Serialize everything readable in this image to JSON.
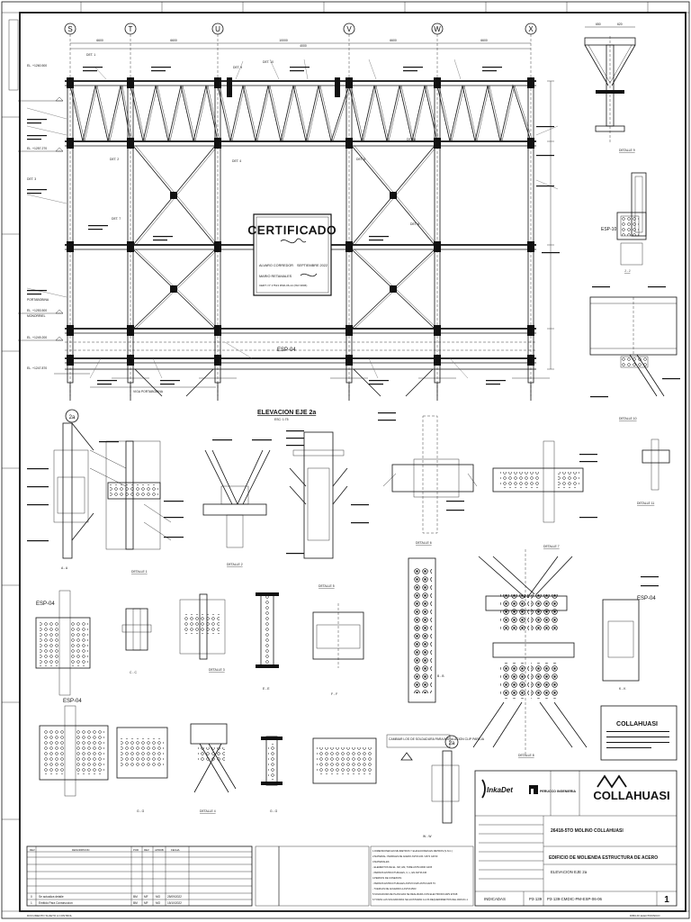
{
  "grid_letters": [
    "S",
    "T",
    "U",
    "V",
    "W",
    "X"
  ],
  "dims": [
    "6600",
    "6600",
    "10000",
    "4000",
    "6600",
    "6600"
  ],
  "elevation": {
    "title": "ELEVACION EJE 2a",
    "scale": "ESC: 1:75",
    "esp_label": "ESP-04",
    "portabobina": "VIGA PORTABOBINA",
    "det_labels": [
      "DET. 1",
      "DET. 2",
      "DET. 3",
      "DET. 4",
      "DET. 5",
      "DET. 6",
      "DET. 7",
      "DET. 8",
      "DET. 9",
      "DET. 10"
    ],
    "el_labels": [
      "EL. +1260.500",
      "EL. +1257.270",
      "EL. +1253.500",
      "EL. +1249.200",
      "EL. +1247.870"
    ],
    "monorriel": "MONORRIEL",
    "portabobina_side": "PORTABOBINA"
  },
  "certificado": {
    "title": "CERTIFICADO",
    "line1": "ALVARO CORREDOR",
    "line2": "SEPTIEMBRE 2022",
    "line3": "MARIO RETAMALES",
    "line4": "CERT. N° 17513 RSD-06-14 (ISO 9606)"
  },
  "details": {
    "d1": "DETALLE 1",
    "d2": "DETALLE 2",
    "d3": "DETALLE 3",
    "d4": "DETALLE 4",
    "d5": "DETALLE 5",
    "d6": "DETALLE 6",
    "d7": "DETALLE 7",
    "d8": "DETALLE 8",
    "d9": "DETALLE 9",
    "d10": "DETALLE 10",
    "d11": "DETALLE 11",
    "aa": "A - A",
    "bb": "B - B",
    "cc": "C - C",
    "ee": "E - E",
    "ff": "F - F",
    "gg": "G - G",
    "ggg": "G - G",
    "jj": "J - J",
    "kk": "K - K",
    "ww": "W - W",
    "esp04": "ESP-04",
    "esp10": "ESP-10",
    "esp04b": "ESP-04",
    "esp04c": "ESP-04",
    "bubble": "2a",
    "bubble2": "2a",
    "note_box": "CAMBIAR LOS DE SOLDADURA PARA INSTALACION CLIP PAREJA"
  },
  "title_block": {
    "logo_main": "COLLAHUASI",
    "logo_small": "COLLAHUASI",
    "inkadet": "InkaDet",
    "perucco": "PERUCCO INGENIERIA",
    "project": "26418-5TO MOLINO COLLAHUASI",
    "drawing_title": "EDIFICIO DE MOLIENDA ESTRUCTURA DE ACERO",
    "drawing_sub": "ELEVACION EJE 2a",
    "scale_label": "INDICADAS",
    "sheet_code": "P3-139",
    "doc_number": "P3-139-CMDIC-PM-ESP-06-06",
    "rev": "1"
  },
  "revisions": {
    "headers": [
      "REV",
      "DESCRIPCION",
      "POR",
      "REV",
      "APROB",
      "FECHA"
    ],
    "rows": [
      {
        "rev": "1",
        "desc": "Emitido Para Construccion",
        "por": "BM",
        "chk": "MF",
        "apr": "MO",
        "date": "15/10/2022"
      },
      {
        "rev": "0",
        "desc": "Se actualiza detalle",
        "por": "BM",
        "chk": "MF",
        "apr": "MO",
        "date": "25/09/2022"
      }
    ]
  },
  "notes": [
    "1.DIMENSIONES EN MILIMETROS Y ELEVACIONES EN METROS (S.N.C.)",
    "2.MATERIAL: PERFILES DE ACERO ASTM A36 / A572 GR.50",
    "3.MATERIALES:",
    "- ELEMENTOS DE EL. 6M, HM, TUBE ASTM A500 GR.B",
    "- PERNOS ESTRUCTURALES, C, L, EN ASTM A36",
    "4.PERNOS DE CONEXION:",
    "- PERNOS ESTRUCTURALES ASTM F3125 ASTM A325 TC",
    "- TUERCAS DE ACUERDO A ASTM A563",
    "5.SOLDADURA DE PLANCHAS SE REALIZARA CON ELECTRODO AWS E7018",
    "6.TODAS LAS SOLDADURAS SE AJUSTARAN A LOS REQUERIMIENTOS DEL AWS D1.1"
  ],
  "footer": {
    "left": "DOCUMENTO SUJETO A CONTROL",
    "right": "DIBUJO ELECTRONICO"
  }
}
